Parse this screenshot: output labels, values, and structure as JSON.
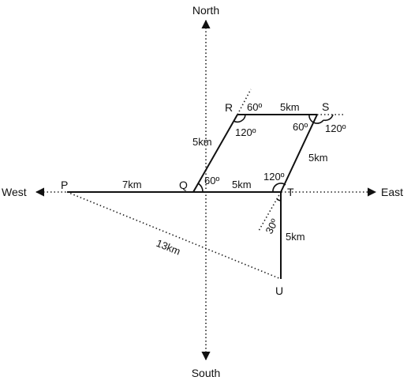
{
  "compass": {
    "north": "North",
    "south": "South",
    "east": "East",
    "west": "West"
  },
  "points": {
    "P": "P",
    "Q": "Q",
    "R": "R",
    "S": "S",
    "T": "T",
    "U": "U"
  },
  "segments": {
    "PQ": "7km",
    "QR": "5km",
    "RS": "5km",
    "ST": "5km",
    "QT": "5km",
    "TU": "5km",
    "PU": "13km"
  },
  "angles": {
    "q_top": "60º",
    "r_outer": "60º",
    "r_inner": "120º",
    "s_inner": "60º",
    "s_outer": "120º",
    "t_inner": "120º",
    "t_lower": "30º"
  }
}
